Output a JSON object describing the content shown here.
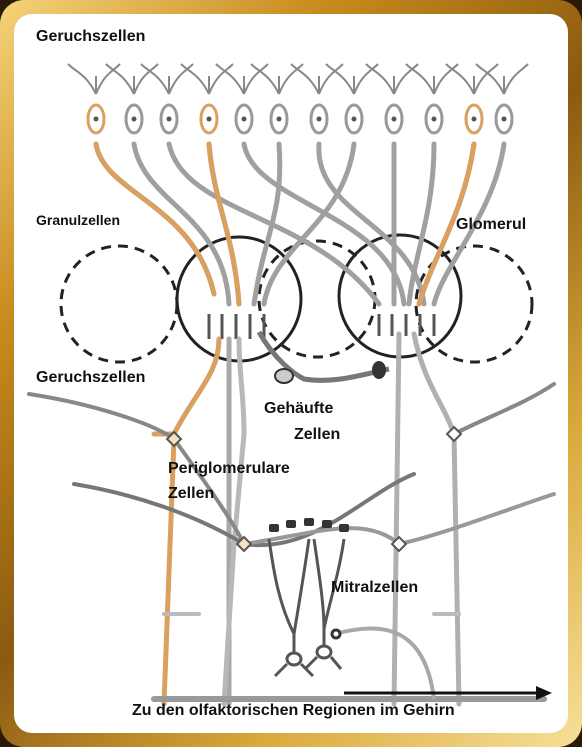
{
  "labels": {
    "geruchszellen_top": "Geruchszellen",
    "granulzellen": "Granulzellen",
    "glomerul": "Glomerul",
    "geruchszellen_mid": "Geruchszellen",
    "gehaeufte_1": "Gehäufte",
    "gehaeufte_2": "Zellen",
    "periglomerulare_1": "Periglomerulare",
    "periglomerulare_2": "Zellen",
    "mitralzellen": "Mitralzellen",
    "footer": "Zu den olfaktorischen Regionen im Gehirn"
  },
  "colors": {
    "frame_gold": "#c78a1c",
    "axon_gray": "#a0a0a0",
    "highlight_orange": "#d9a060",
    "outline_black": "#222222"
  }
}
